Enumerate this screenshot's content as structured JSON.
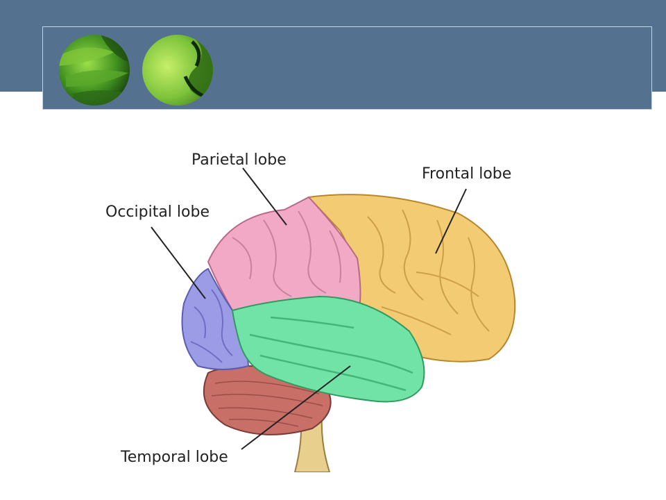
{
  "slide": {
    "header_color": "#54718f",
    "decorations": [
      "leaf-photo-icon",
      "leaf-photo-icon"
    ]
  },
  "diagram": {
    "labels": {
      "parietal": "Parietal lobe",
      "frontal": "Frontal lobe",
      "occipital": "Occipital lobe",
      "temporal": "Temporal lobe"
    },
    "colors": {
      "frontal": "#f2cb73",
      "parietal": "#f1a9c6",
      "occipital": "#9b9be6",
      "temporal": "#72e3a6",
      "cerebellum": "#c86f68",
      "brainstem": "#e8cf8e"
    }
  }
}
